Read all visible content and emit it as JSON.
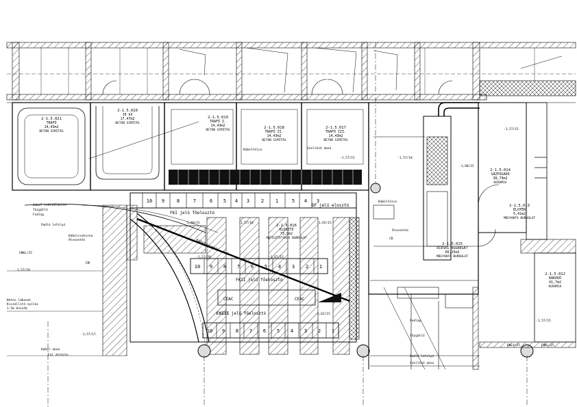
{
  "colors": {
    "ink": "#000000",
    "paper": "#ffffff",
    "hatch": "#000000"
  },
  "rooms": {
    "r021": {
      "code": "2-1.5.021",
      "name": "TRAFÓ",
      "area": "14,43m2",
      "note": "BETON SIMÍTÁS"
    },
    "r020": {
      "code": "2-1.5.020",
      "name": "10 kV",
      "area": "17,47m2",
      "note": "BETON SIMÍTÁS"
    },
    "r019": {
      "code": "2-1.5.019",
      "name": "TRAFÓ I.",
      "area": "14,43m2",
      "note": "BETON SIMÍTÁS"
    },
    "r018": {
      "code": "2-1.5.018",
      "name": "TRAFÓ II.",
      "area": "14,43m2",
      "note": "BETON SIMÍTÁS"
    },
    "r017": {
      "code": "2-1.5.017",
      "name": "TRAFÓ III.",
      "area": "14,43m2",
      "note": "BETON SIMÍTÁS"
    },
    "r016": {
      "code": "2-1.5.016",
      "name": "ELOSZTÓ",
      "area": "73,9m2",
      "note": "ANTISZTATIKUS BURKOLAT"
    },
    "r015": {
      "code": "2-1.5.015",
      "name": "DIESEL AGGREGÁT",
      "area": "66,15m2",
      "note": "MŰGYANTA BURKOLAT"
    },
    "r014": {
      "code": "2-1.5.014",
      "name": "GÁZFOGADÓ",
      "area": "30,79m2",
      "note": "KERÁMIA"
    },
    "r013": {
      "code": "2-1.5.013",
      "name": "ELOTÉR",
      "area": "5,41m2",
      "note": "MŰGYANTA BURKOLAT"
    },
    "r012": {
      "code": "2-1.5.012",
      "name": "RAKODÓ",
      "area": "41,7m2",
      "note": "KERÁMIA"
    }
  },
  "cabinets": {
    "fkii": "FKII jelű főelosztó",
    "fki": "FKI jelű főelosztó",
    "fkiii": "FKIII jelű főelosztó",
    "df": "DF jelű elosztó"
  },
  "cells": {
    "top_row": [
      "10",
      "9",
      "8",
      "7",
      "6",
      "5",
      "4",
      "3",
      "2",
      "1",
      "5",
      "4",
      "3"
    ],
    "mid_row": [
      "10",
      "9",
      "8",
      "7",
      "6",
      "5",
      "4",
      "3",
      "2",
      "1"
    ],
    "bot_row": [
      "10",
      "9",
      "8",
      "7",
      "6",
      "5",
      "4",
      "3",
      "2",
      "1"
    ]
  },
  "levels": {
    "l1": "-1,57/15",
    "l2": "-1,60/15",
    "l3": "-1,57/18",
    "l4": "-1,65/15",
    "l5": "-1,57/20",
    "l6": "-1,67/15",
    "l7": "-1,57/15",
    "l8": "-1,62/15",
    "l9": "-1,57/18",
    "l10": "-1,57/17"
  },
  "notes": {
    "n1": "Szellőző akna",
    "n2": "Kábeltálca",
    "n3": "CEAC",
    "n4": "ENKL/25",
    "n5": "BNLV/25",
    "n6": "Kábel szétválasztó",
    "n7": "Padló lefolyó",
    "n8": "Kábelvezetés -1,5",
    "n9": "CB",
    "n10": "Kábelcsatorna",
    "n11": "Tűzgátló",
    "n12": "Fedlap",
    "n13": "Átvezetés",
    "n14": "Beton lábazat",
    "n15": "Kiszállító nyílás",
    "n16": "Kábel akna",
    "n17": "Fal áttörés",
    "n18": "1.5m küszöb"
  }
}
